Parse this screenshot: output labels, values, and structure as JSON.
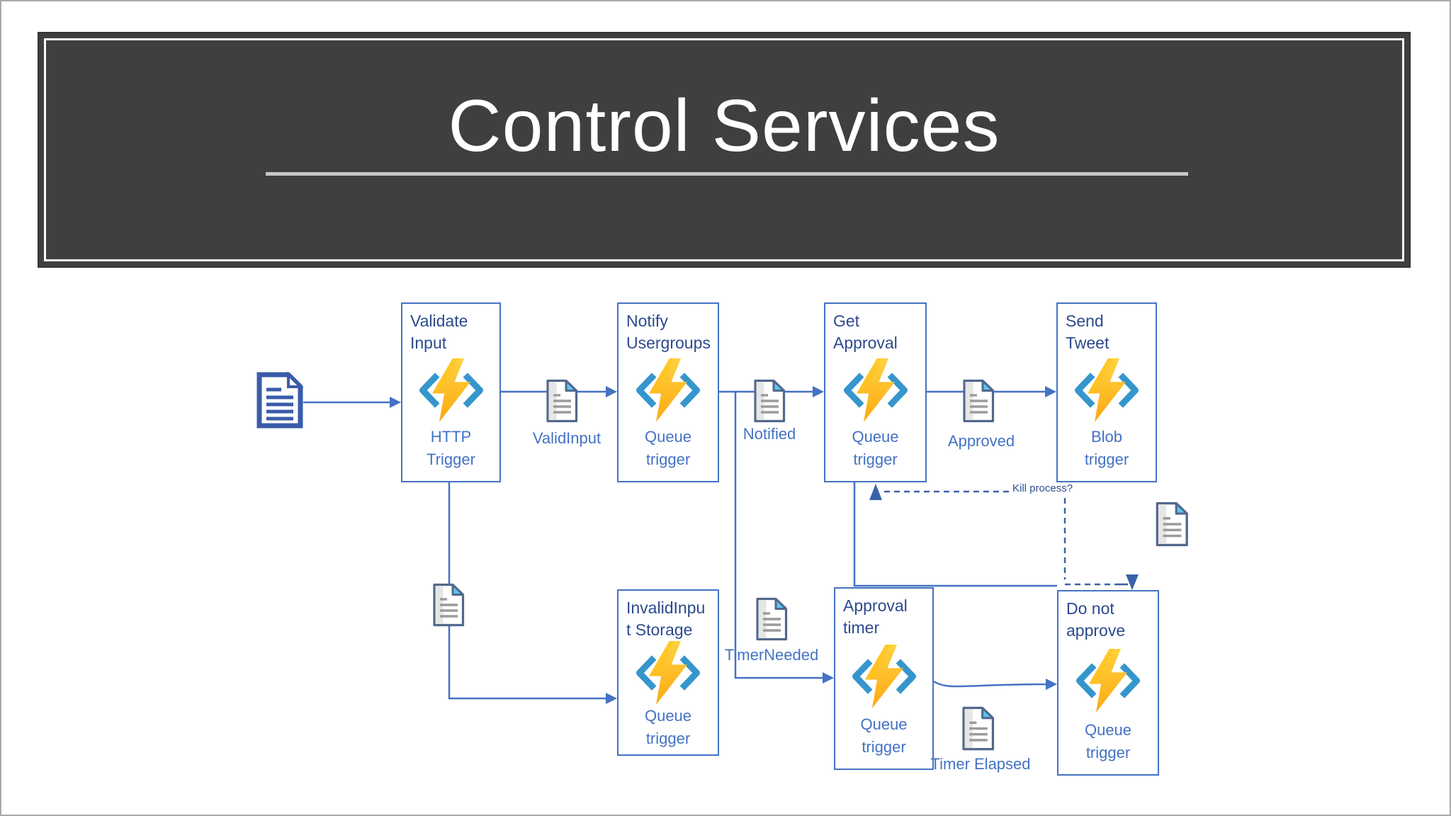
{
  "slide": {
    "title": "Control Services"
  },
  "nodes": [
    {
      "id": "validate-input",
      "title": "Validate\nInput",
      "trigger": "HTTP\nTrigger"
    },
    {
      "id": "notify-usergroups",
      "title": "Notify\nUsergroups",
      "trigger": "Queue\ntrigger"
    },
    {
      "id": "get-approval",
      "title": "Get\nApproval",
      "trigger": "Queue\ntrigger"
    },
    {
      "id": "send-tweet",
      "title": "Send\nTweet",
      "trigger": "Blob\ntrigger"
    },
    {
      "id": "invalid-input-storage",
      "title": "InvalidInpu\nt Storage",
      "trigger": "Queue\ntrigger"
    },
    {
      "id": "approval-timer",
      "title": "Approval\ntimer",
      "trigger": "Queue\ntrigger"
    },
    {
      "id": "do-not-approve",
      "title": "Do not\napprove",
      "trigger": "Queue\ntrigger"
    }
  ],
  "doc_labels": {
    "valid_input": "ValidInput",
    "notified": "Notified",
    "approved": "Approved",
    "timer_needed": "TimerNeeded",
    "timer_elapsed": "Timer Elapsed"
  },
  "annotations": {
    "kill_process": "Kill process?"
  },
  "colors": {
    "banner_bg": "#3f3f3f",
    "banner_inner_border": "#fafafa",
    "underline": "#c8c8c8",
    "box_border": "#4472c4",
    "node_title_text": "#2c4a8e",
    "trigger_text": "#4472c4",
    "connector": "#4472c4",
    "dashed_connector": "#3a62a8",
    "bolt_yellow_top": "#ffd23e",
    "bolt_yellow_bottom": "#fca912",
    "chevron_teal": "#3596cc",
    "doc_border_gray": "#53688c",
    "doc_fold_cyan": "#5bc6ee",
    "doc_border_blue": "#3a5ba9"
  }
}
